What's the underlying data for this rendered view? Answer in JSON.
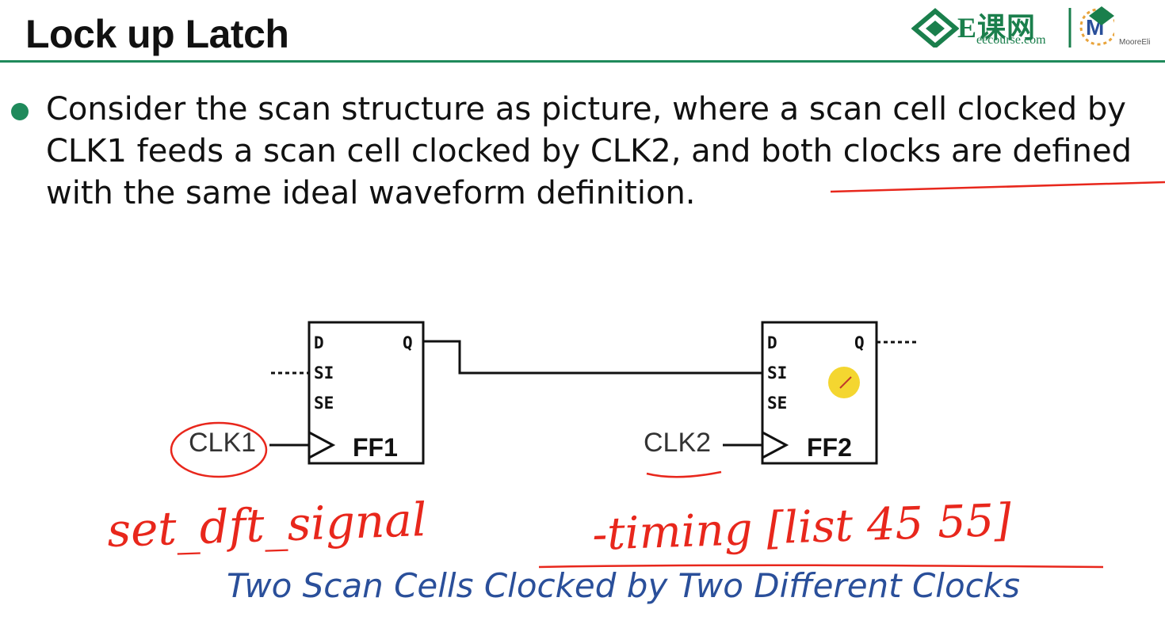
{
  "header": {
    "title": "Lock up Latch",
    "logo": {
      "brand": "E课网",
      "domain": "eecourse.com",
      "partner_text": "MooreEli",
      "colors": {
        "green": "#1a7f4c"
      }
    }
  },
  "content": {
    "bullet": "Consider the scan structure as picture, where a scan cell clocked by CLK1 feeds a scan cell clocked by CLK2, and both clocks are defined with the same ideal waveform definition."
  },
  "diagram": {
    "ff1": {
      "name": "FF1",
      "pins": {
        "d": "D",
        "si": "SI",
        "se": "SE",
        "q": "Q"
      },
      "clock": "CLK1"
    },
    "ff2": {
      "name": "FF2",
      "pins": {
        "d": "D",
        "si": "SI",
        "se": "SE",
        "q": "Q"
      },
      "clock": "CLK2"
    },
    "caption": "Two Scan Cells Clocked by Two Different Clocks"
  },
  "annotations": {
    "handwriting_left": "set_dft_signal",
    "handwriting_right": "-timing [list 45 55]",
    "ink_color": "#e8271c",
    "pointer_color": "#f3d21a"
  }
}
